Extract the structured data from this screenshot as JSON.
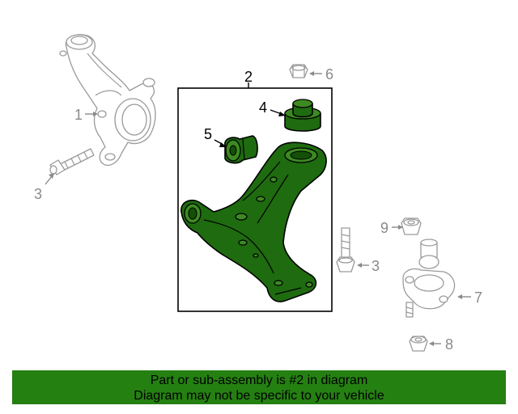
{
  "colors": {
    "highlight_part": "#1f6b10",
    "banner_background": "#258012",
    "context_part_stroke": "#9a9a9a",
    "callout_gray": "#8a8a8a"
  },
  "callouts": {
    "c1": "1",
    "c2": "2",
    "c3_left": "3",
    "c3_right": "3",
    "c4": "4",
    "c5": "5",
    "c6": "6",
    "c7": "7",
    "c8": "8",
    "c9": "9"
  },
  "banner": {
    "line1": "Part or sub-assembly is #2 in diagram",
    "line2": "Diagram may not be specific to your vehicle"
  }
}
